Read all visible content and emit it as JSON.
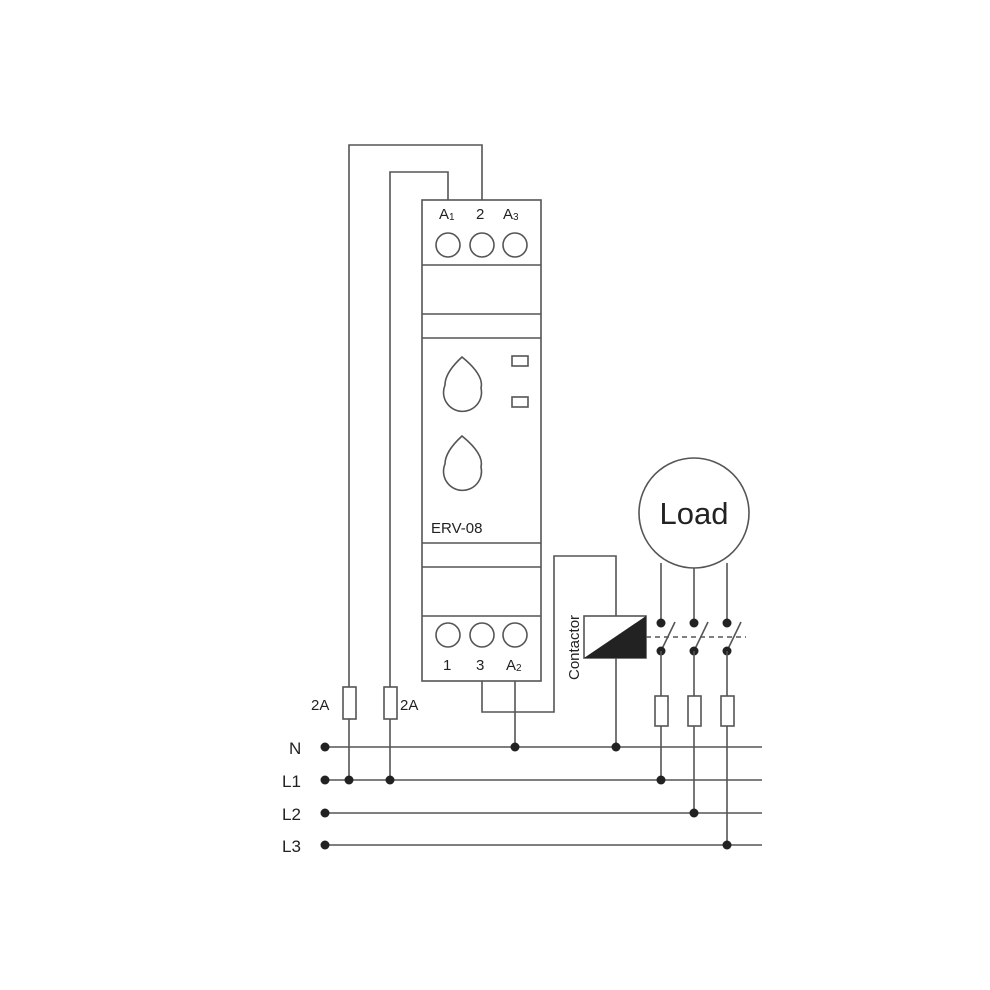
{
  "device": {
    "model": "ERV-08",
    "top_terminals": [
      {
        "main": "A",
        "sub": "1"
      },
      {
        "main": "2",
        "sub": ""
      },
      {
        "main": "A",
        "sub": "3"
      }
    ],
    "bottom_terminals": [
      {
        "main": "1",
        "sub": ""
      },
      {
        "main": "3",
        "sub": ""
      },
      {
        "main": "A",
        "sub": "2"
      }
    ]
  },
  "fuses": [
    {
      "label": "2A"
    },
    {
      "label": "2A"
    }
  ],
  "lines": [
    {
      "label": "N"
    },
    {
      "label": "L1"
    },
    {
      "label": "L2"
    },
    {
      "label": "L3"
    }
  ],
  "contactor": {
    "label": "Contactor"
  },
  "load": {
    "label": "Load"
  },
  "colors": {
    "stroke": "#555555",
    "text": "#222222",
    "background": "#ffffff",
    "coil_fill": "#222222"
  }
}
